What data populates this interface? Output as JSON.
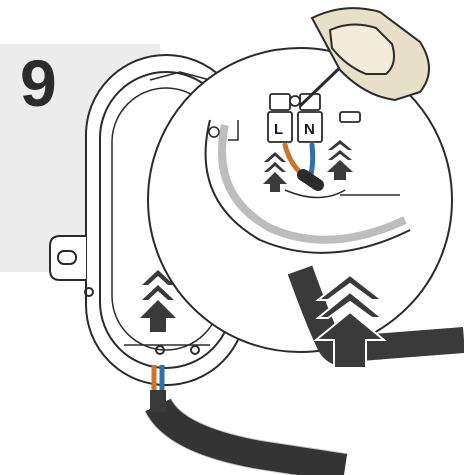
{
  "step": {
    "number": "9"
  },
  "terminals": [
    {
      "label": "L",
      "wire_color": "#8a5a2b"
    },
    {
      "label": "N",
      "wire_color": "#2f6fb0"
    }
  ],
  "colors": {
    "cable": "#3a3a3a",
    "arrow": "#3a3a3a",
    "panel": "#ececec",
    "tool_body": "#e8dfc8",
    "live_wire": "#c8772a",
    "neutral_wire": "#2f6fb0"
  },
  "icons": [
    "up-arrow-icon",
    "screwdriver-icon"
  ]
}
